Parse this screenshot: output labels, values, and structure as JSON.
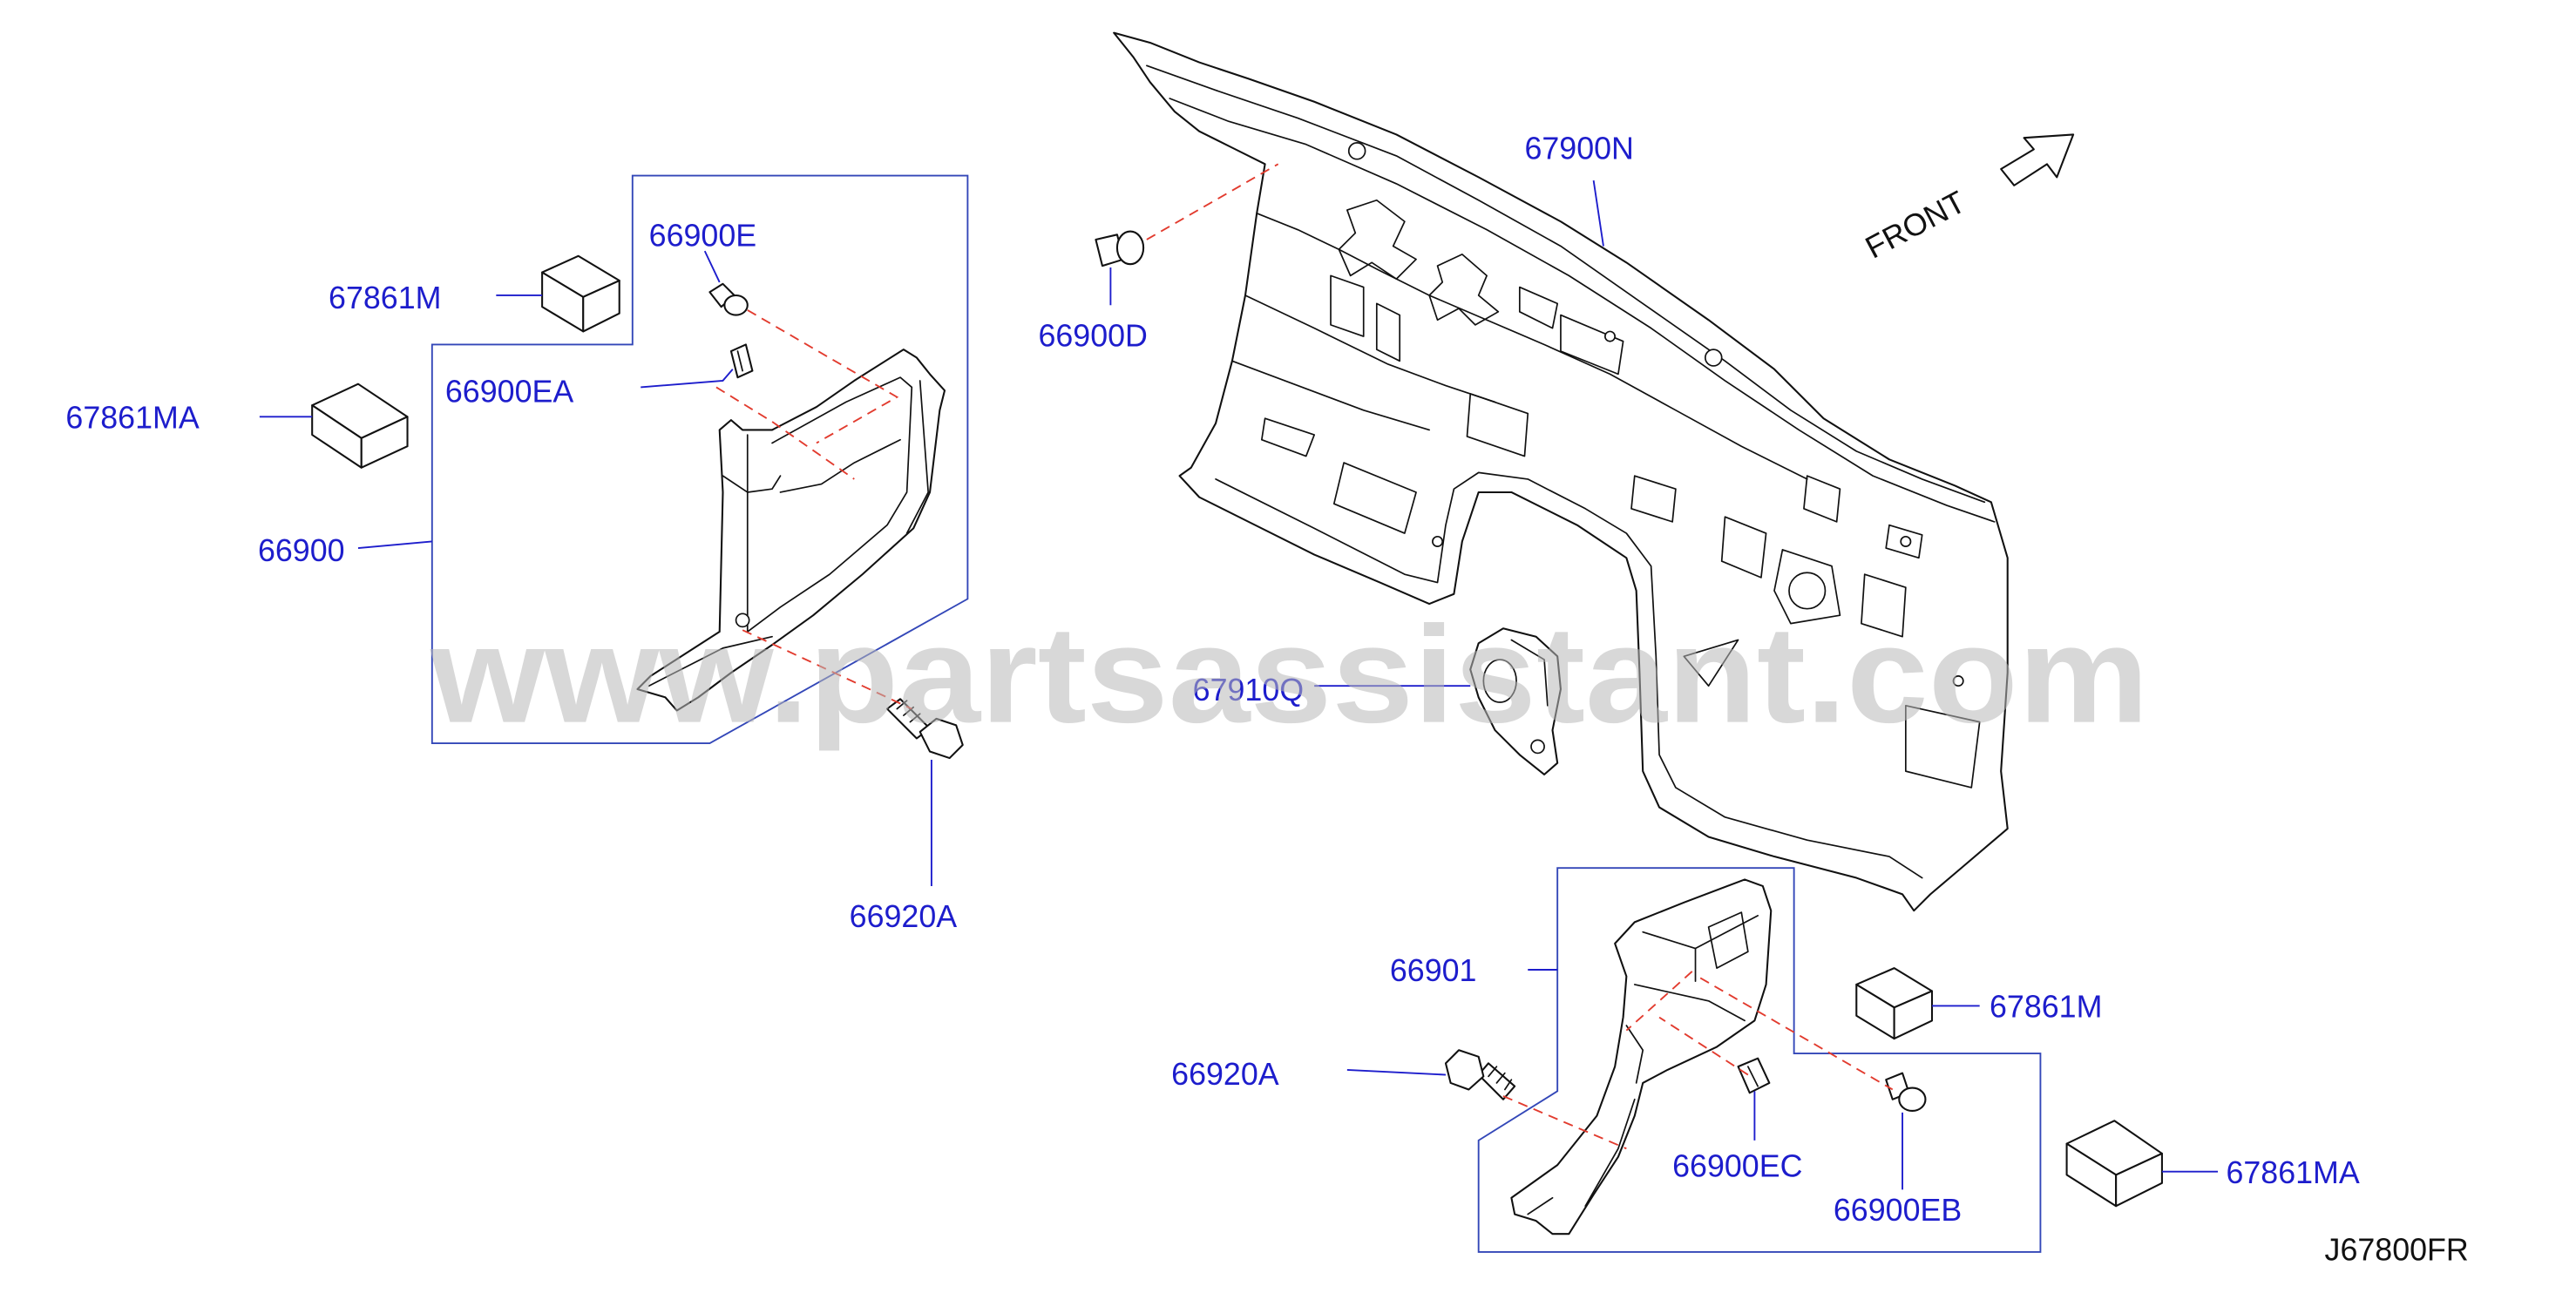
{
  "colors": {
    "ink": "#111111",
    "callout": "#1d1dcc",
    "frame": "#3347b8",
    "dashed": "#e23b2e",
    "watermark": "#b9b9b9"
  },
  "watermark": "www.partsassistant.com",
  "front_label": "FRONT",
  "diagram_code": "J67800FR",
  "callouts": [
    {
      "part": "67900N"
    },
    {
      "part": "66900E"
    },
    {
      "part": "67861M"
    },
    {
      "part": "66900EA"
    },
    {
      "part": "67861MA"
    },
    {
      "part": "66900"
    },
    {
      "part": "66900D"
    },
    {
      "part": "67910Q"
    },
    {
      "part": "66920A"
    },
    {
      "part": "66901"
    },
    {
      "part": "67861M"
    },
    {
      "part": "66920A"
    },
    {
      "part": "66900EC"
    },
    {
      "part": "66900EB"
    },
    {
      "part": "67861MA"
    }
  ],
  "icons": {
    "front_arrow": "front-arrow-icon"
  }
}
